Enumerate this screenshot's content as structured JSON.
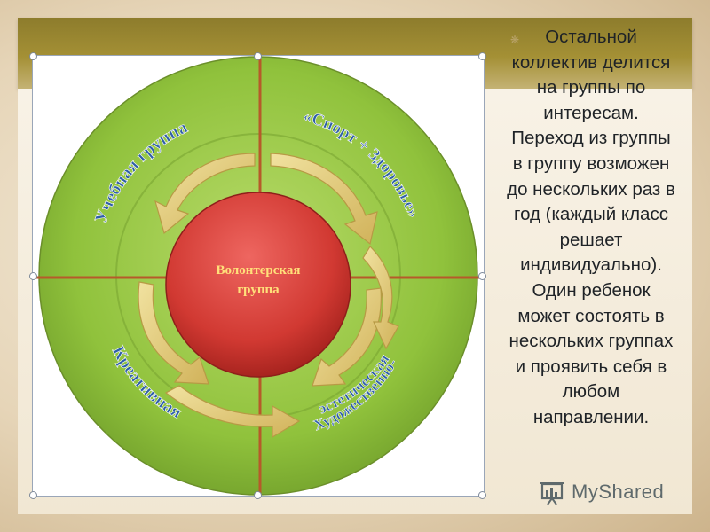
{
  "slide": {
    "paragraph_lines": [
      "Остальной",
      "коллектив делится",
      "на группы по",
      "интересам.",
      "Переход из группы",
      "в группу возможен",
      "до нескольких раз в",
      "год (каждый класс",
      "решает",
      "индивидуально).",
      "Один ребенок",
      "может состоять в",
      "нескольких группах",
      "и проявить себя в",
      "любом",
      "направлении."
    ],
    "bullet": "❋"
  },
  "diagram": {
    "center_label_line1": "Волонтерская",
    "center_label_line2": "группа",
    "segment_labels": {
      "top_left": "Учебная группа",
      "top_right": "«Спорт + Здоровье»",
      "bottom_left": "Креативная",
      "bottom_right_line1": "Художественно-",
      "bottom_right_line2": "эстетическая"
    },
    "colors": {
      "outer_ring": "#8fbf3a",
      "center_circle": "#d43f3a",
      "center_text": "#ffe07a",
      "segment_text": "#2e5fa8",
      "divider": "#b65a2a"
    }
  },
  "footer": {
    "logo_text": "MyShared"
  }
}
